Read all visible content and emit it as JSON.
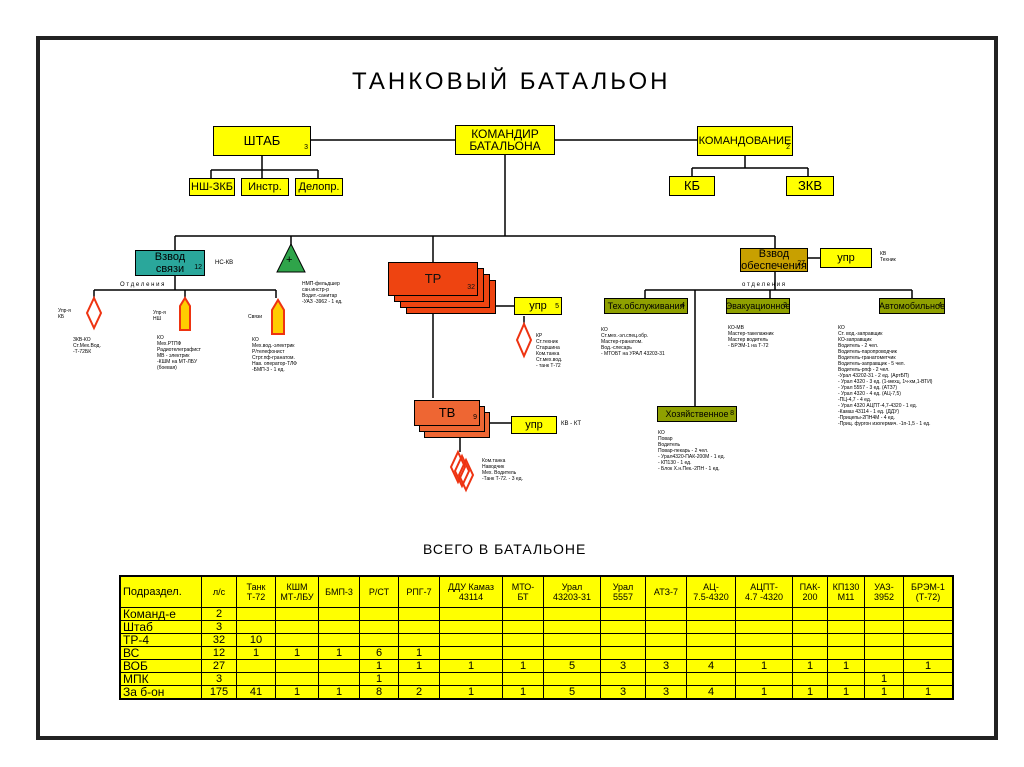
{
  "title": "ТАНКОВЫЙ  БАТАЛЬОН",
  "commander": "КОМАНДИР\nБАТАЛЬОНА",
  "staff": {
    "label": "ШТАБ",
    "num": "3"
  },
  "command": {
    "label": "КОМАНДОВАНИЕ",
    "num": "2"
  },
  "staff_subs": [
    "НШ-ЗКБ",
    "Инстр.",
    "Делопр."
  ],
  "command_subs": [
    "КБ",
    "ЗКВ"
  ],
  "comms": {
    "label": "Взвод\nсвязи",
    "num": "12",
    "side": "НС-КВ",
    "departments": "О т д е л е н и я"
  },
  "medical": {
    "symbol": "+",
    "text": "НМП-фельдшер\nсан.инстр-р\nВодит.-санитар\n-УАЗ -3962 - 1 ед."
  },
  "comms_left": {
    "label": "Упр-я\nКБ",
    "text": "ЗКВ-КО\nСт.Мех.Вод.\n-Т-72БК"
  },
  "comms_mid": {
    "label": "Упр-я\nНШ",
    "text": "КО\nМех.РТПФ\nРадиотелеграфист\nМВ - электрик\n-КШМ на МТ-ЛБУ\n(боевая)"
  },
  "comms_right": {
    "label": "Связи",
    "text": "КО\nМех.вод.-электрик\nР/телефонист\nСтрт.пф-гранатом.\nНав. оператор-ТЛФ\n-БМП-3 - 1 ед."
  },
  "tr": {
    "label": "ТР",
    "num": "32",
    "upr": "упр",
    "upr_num": "5",
    "text": "КР\nСт.техник\nСтаршина\nКом.танка\nСт.мех.вод.\n- танк Т-72"
  },
  "tv": {
    "label": "ТВ",
    "num": "9",
    "upr": "упр",
    "side": "КВ - КТ",
    "text": "Ком.танка\nНаводчик\nМех. Водитель\n-Танк Т-72. - 3 ед."
  },
  "supply": {
    "label": "Взвод\nобеспечения",
    "num": "27",
    "upr": "упр",
    "upr_side": "КВ\nТехник",
    "departments": "о т д е л е н и я"
  },
  "tech": {
    "label": "Тех.обслуживания",
    "num": "4",
    "text": "КО\nСт.мех.-эл.спец.обр.\nМастер-гранатом.\nВод.-слесарь\n- МТОБТ на УРАЛ 43203-31"
  },
  "evac": {
    "label": "Эвакуационное",
    "num": "3",
    "text": "КО-МВ\nМастер-такелажник\nМастер водитель\n- БРЭМ-1 на Т-72"
  },
  "auto": {
    "label": "Автомобильное",
    "num": "4",
    "text": "КО\nСт. вод.-заправщик\nКО-заправщик\nВодитель - 2 чел.\nВодитель-паропроводчик\nВодитель-гранатометчик\nВодитель-заправщик - 5 чел.\nВодитель-рпф - 2 чел.\n-Урал 43202-31 - 2 ед. (АртБП)\n- Урал 4320 - 3 ед. (1-мехц, 1ч-хм,1-ВТИ)\n- Урал 5557 - 3 ед. (АТЗ7)\n- Урал 4320 - 4 ед. (АЦ-7,5)\n-ПЦ-4,7 - 4 ед.\n- Урал 4320 АЦПТ-4,7-4320 - 1 ед.\n-Камаз 43114 - 1 ед. (ДДУ)\n-Прицепы-2ПН4М - 4 ед.\n-Приц. фургон изогермич. -1п-1,5 - 1 ед."
  },
  "house": {
    "label": "Хозяйственное",
    "num": "8",
    "text": "КО\nПовар\nВодитель\nПовар-пекарь - 2 чел.\n- Урал4320-ПАК-200М - 1 ед.\n- КП130 - 1 ед.\n- Блок Х.н.Пек.-2ПН - 1 ед."
  },
  "total_title": "ВСЕГО  В  БАТАЛЬОНЕ",
  "table": {
    "headers": [
      "Подраздел.",
      "л/с",
      "Танк\nТ-72",
      "КШМ\nМТ-ЛБУ",
      "БМП-3",
      "Р/СТ",
      "РПГ-7",
      "ДДУ Камаз\n43114",
      "МТО-\nБТ",
      "Урал\n43203-31",
      "Урал\n5557",
      "АТЗ-7",
      "АЦ-\n7.5-4320",
      "АЦПТ-\n4.7 -4320",
      "ПАК-\n200",
      "КП130\nМ11",
      "УАЗ-\n3952",
      "БРЭМ-1\n(Т-72)"
    ],
    "rows": [
      [
        "Команд-е",
        "2",
        "",
        "",
        "",
        "",
        "",
        "",
        "",
        "",
        "",
        "",
        "",
        "",
        "",
        "",
        "",
        ""
      ],
      [
        "Штаб",
        "3",
        "",
        "",
        "",
        "",
        "",
        "",
        "",
        "",
        "",
        "",
        "",
        "",
        "",
        "",
        "",
        ""
      ],
      [
        "ТР-4",
        "32",
        "10",
        "",
        "",
        "",
        "",
        "",
        "",
        "",
        "",
        "",
        "",
        "",
        "",
        "",
        "",
        ""
      ],
      [
        "ВС",
        "12",
        "1",
        "1",
        "1",
        "6",
        "1",
        "",
        "",
        "",
        "",
        "",
        "",
        "",
        "",
        "",
        "",
        ""
      ],
      [
        "ВОБ",
        "27",
        "",
        "",
        "",
        "1",
        "1",
        "1",
        "1",
        "5",
        "3",
        "3",
        "4",
        "1",
        "1",
        "1",
        "",
        "1"
      ],
      [
        "МПК",
        "3",
        "",
        "",
        "",
        "1",
        "",
        "",
        "",
        "",
        "",
        "",
        "",
        "",
        "",
        "",
        "1",
        ""
      ],
      [
        "За б-он",
        "175",
        "41",
        "1",
        "1",
        "8",
        "2",
        "1",
        "1",
        "5",
        "3",
        "3",
        "4",
        "1",
        "1",
        "1",
        "1",
        "1"
      ]
    ]
  }
}
